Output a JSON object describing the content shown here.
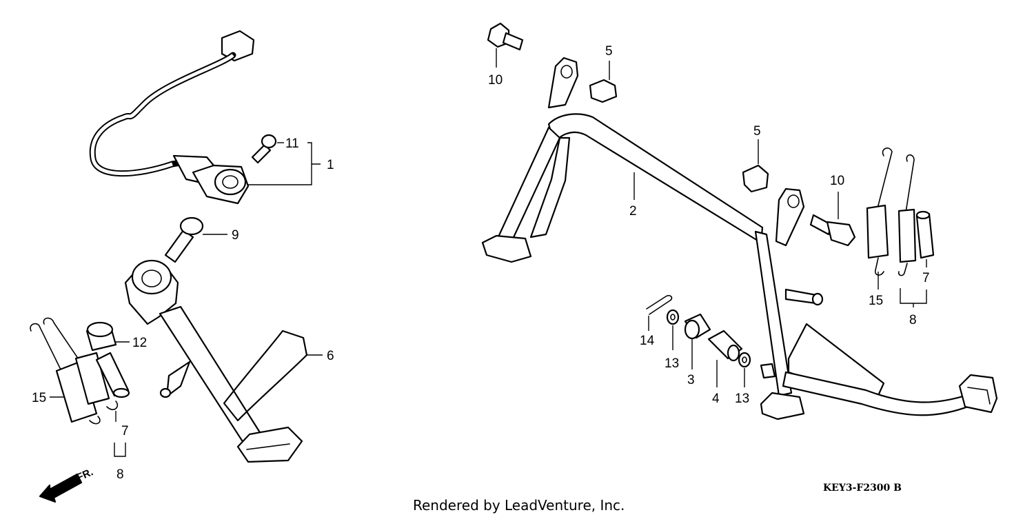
{
  "diagram": {
    "drawing_code": "KEY3-F2300 B",
    "credit": "Rendered by LeadVenture, Inc.",
    "front_indicator": "FR.",
    "callouts": {
      "c1": "1",
      "c2": "2",
      "c3": "3",
      "c4": "4",
      "c5a": "5",
      "c5b": "5",
      "c6": "6",
      "c7a": "7",
      "c7b": "7",
      "c8a": "8",
      "c8b": "8",
      "c9": "9",
      "c10a": "10",
      "c10b": "10",
      "c11": "11",
      "c12": "12",
      "c13a": "13",
      "c13b": "13",
      "c14": "14",
      "c15a": "15",
      "c15b": "15"
    }
  }
}
